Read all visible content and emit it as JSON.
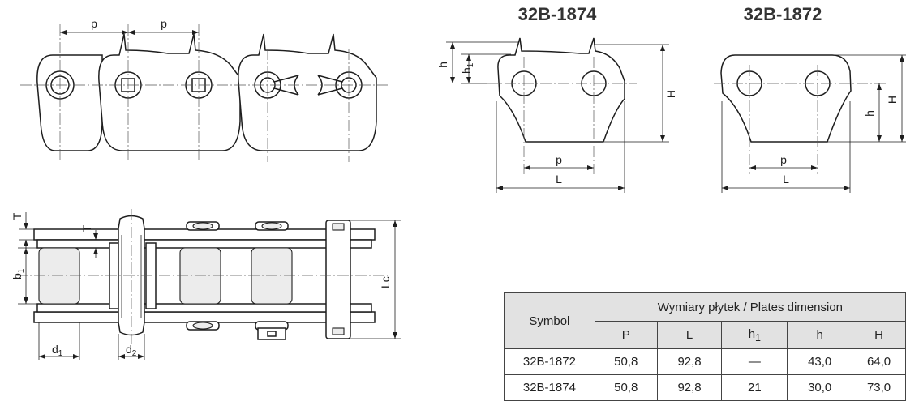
{
  "titles": {
    "left_plate": "32B-1874",
    "right_plate": "32B-1872"
  },
  "labels": {
    "p": "p",
    "h": "h",
    "h1": "h",
    "h1_sub": "1",
    "H": "H",
    "L": "L",
    "T": "T",
    "b1": "b",
    "b1_sub": "1",
    "Lc": "Lc",
    "d1": "d",
    "d1_sub": "1",
    "d2": "d",
    "d2_sub": "2"
  },
  "table": {
    "symbol_header": "Symbol",
    "group_header": "Wymiary płytek / Plates dimension",
    "columns": [
      {
        "main": "P",
        "sub": ""
      },
      {
        "main": "L",
        "sub": ""
      },
      {
        "main": "h",
        "sub": "1"
      },
      {
        "main": "h",
        "sub": ""
      },
      {
        "main": "H",
        "sub": ""
      }
    ],
    "rows": [
      {
        "symbol": "32B-1872",
        "values": [
          "50,8",
          "92,8",
          "—",
          "43,0",
          "64,0"
        ]
      },
      {
        "symbol": "32B-1874",
        "values": [
          "50,8",
          "92,8",
          "21",
          "30,0",
          "73,0"
        ]
      }
    ]
  }
}
